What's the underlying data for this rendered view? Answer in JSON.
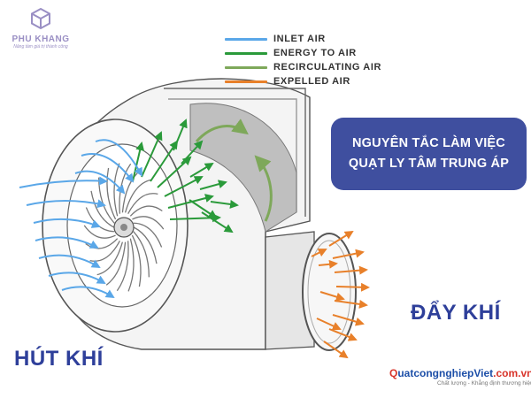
{
  "brand": {
    "name": "PHU KHANG",
    "tagline": "Nâng tầm giá trị thành công",
    "logo_color": "#9a8fc4"
  },
  "legend": [
    {
      "label": "INLET AIR",
      "color": "#5aa7e8"
    },
    {
      "label": "ENERGY  TO AIR",
      "color": "#2a9a3a"
    },
    {
      "label": "RECIRCULATING AIR",
      "color": "#7ea85a"
    },
    {
      "label": "EXPELLED AIR",
      "color": "#e8802a"
    }
  ],
  "title": {
    "line1": "NGUYÊN TẮC LÀM VIỆC",
    "line2": "QUẠT LY TÂM TRUNG ÁP",
    "background": "#3f4f9f"
  },
  "labels": {
    "intake": "HÚT KHÍ",
    "exhaust": "ĐẨY KHÍ",
    "color": "#2e3f9a"
  },
  "watermark": {
    "q_letter": "Q",
    "rest": "uatcongnghiepViet",
    "domain": ".com.vn",
    "tagline": "Chất lượng - Khẳng định thương hiệu"
  },
  "icons": [
    "logo-cube-icon",
    "fan-impeller-icon"
  ]
}
